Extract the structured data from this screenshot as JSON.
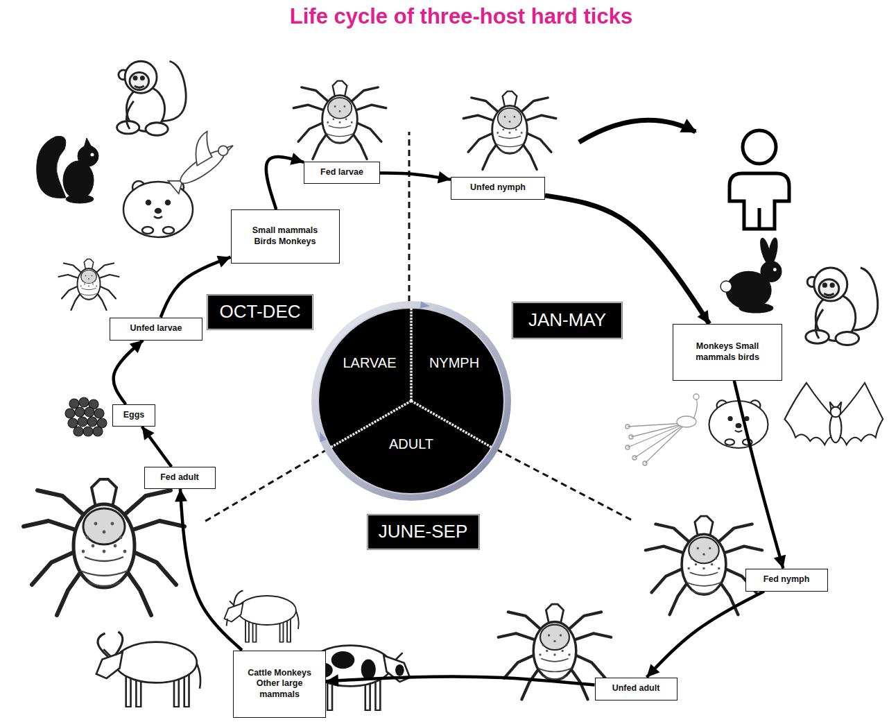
{
  "diagram": {
    "title": "Life cycle of three-host hard ticks",
    "nodes": [
      {
        "text": [
          "Fed larvae"
        ]
      },
      {
        "text": [
          "Unfed nymph"
        ]
      },
      {
        "text": [
          "Small mammals Birds Monkeys"
        ]
      },
      {
        "text": [
          "OCT-DEC"
        ]
      },
      {
        "text": [
          "JAN-MAY"
        ]
      },
      {
        "text": [
          "Monkeys Small mammals birds"
        ]
      },
      {
        "text": [
          "Unfed larvae"
        ]
      },
      {
        "text": [
          "LARVAE",
          "NYMPH",
          "ADULT"
        ]
      },
      {
        "text": [
          "Eggs"
        ]
      },
      {
        "text": [
          "Fed adult"
        ]
      },
      {
        "text": [
          "JUNE-SEP"
        ]
      },
      {
        "text": [
          "Fed nymph"
        ]
      },
      {
        "text": [
          "Unfed adult"
        ]
      },
      {
        "text": [
          "Cattle Monkeys Other large mammals"
        ]
      }
    ],
    "edges": [
      {
        "from": 8,
        "to": 6,
        "arrow": "to"
      },
      {
        "from": 6,
        "to": 2,
        "arrow": "to"
      },
      {
        "from": 2,
        "to": 0,
        "arrow": "to"
      },
      {
        "from": 0,
        "to": 1,
        "arrow": "to"
      },
      {
        "from": 1,
        "to": 5,
        "arrow": "to"
      },
      {
        "from": 5,
        "to": 11,
        "arrow": "to"
      },
      {
        "from": 11,
        "to": 12,
        "arrow": "to"
      },
      {
        "from": 12,
        "to": 13,
        "arrow": "to"
      },
      {
        "from": 13,
        "to": 9,
        "arrow": "to"
      },
      {
        "from": 9,
        "to": 8,
        "arrow": "to"
      }
    ]
  }
}
